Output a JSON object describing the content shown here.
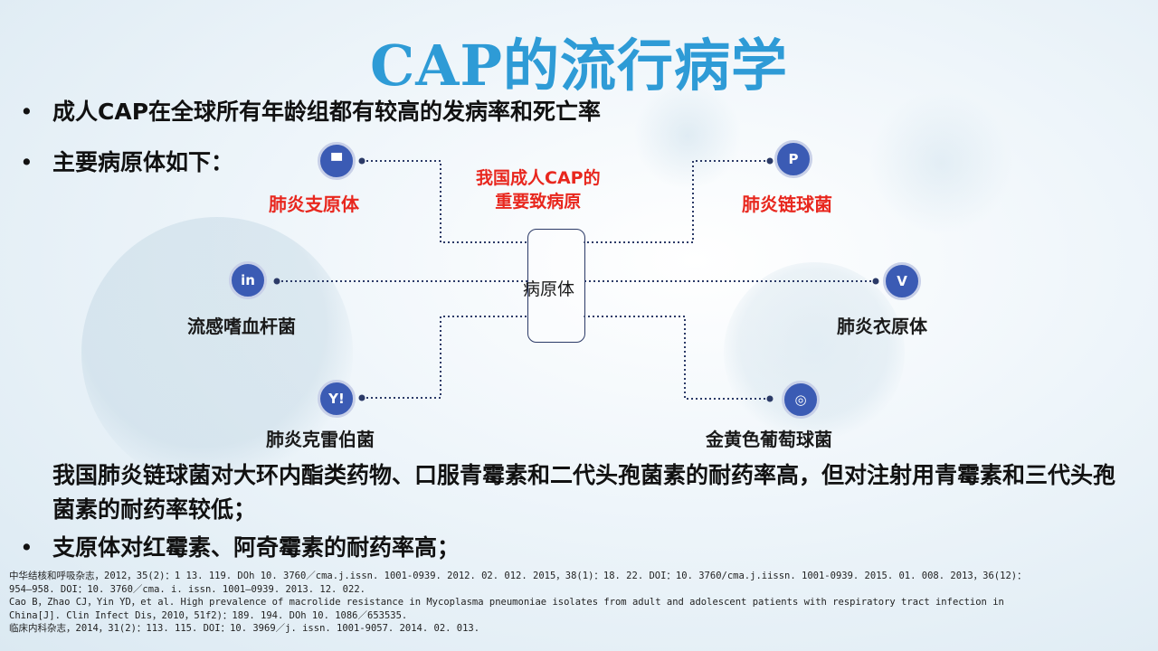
{
  "title": "CAP的流行病学",
  "bullets": {
    "b1": "成人CAP在全球所有年龄组都有较高的发病率和死亡率",
    "b2": "主要病原体如下：",
    "b3": "我国肺炎链球菌对大环内酯类药物、口服青霉素和二代头孢菌素的耐药率高，但对注射用青霉素和三代头孢菌素的耐药率较低；",
    "b4": "支原体对红霉素、阿奇霉素的耐药率高；",
    "marker": "•"
  },
  "diagram": {
    "center_label": "病原体",
    "note_line1": "我国成人CAP的",
    "note_line2": "重要致病原",
    "nodes": {
      "mycoplasma": {
        "label": "肺炎支原体",
        "icon": "briefcase-icon",
        "glyph": "▀",
        "color": "#e8271e"
      },
      "haemophilus": {
        "label": "流感嗜血杆菌",
        "icon": "linkedin-icon",
        "glyph": "in"
      },
      "klebsiella": {
        "label": "肺炎克雷伯菌",
        "icon": "yammer-icon",
        "glyph": "Y!"
      },
      "pneumococcus": {
        "label": "肺炎链球菌",
        "icon": "pinterest-icon",
        "glyph": "P",
        "color": "#e8271e"
      },
      "chlamydia": {
        "label": "肺炎衣原体",
        "icon": "vimeo-icon",
        "glyph": "V"
      },
      "staph": {
        "label": "金黄色葡萄球菌",
        "icon": "instagram-icon",
        "glyph": "◎"
      }
    },
    "icon_color": "#3b5bb4",
    "line_color": "#2b3a67"
  },
  "references": [
    "中华结核和呼吸杂志，2012，35(2)：1 13. 119. DOh 10. 3760／cma.j.issn. 1001-0939. 2012. 02. 012. 2015，38(1)：18. 22. DOI：10. 3760/cma.j.iissn. 1001-0939. 2015. 01. 008. 2013，36(12)：",
    "954—958. DOI：10. 3760／cma. i. issn. 1001—0939. 2013. 12. 022.",
    "Cao B，Zhao CJ，Yin YD，et al. High prevalence of macrolide resistance in Mycoplasma pneumoniae isolates from adult and adolescent patients with respiratory tract infection in",
    "China[J]. Clin Infect Dis，2010，51f2)：189. 194. DOh 10. 1086／653535.",
    "临床内科杂志，2014，31(2)：113. 115. DOI：10. 3969／j. issn. 1001-9057. 2014. 02. 013."
  ]
}
